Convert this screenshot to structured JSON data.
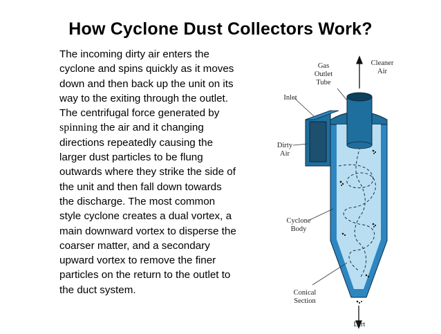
{
  "slide": {
    "title": "How Cyclone Dust Collectors Work?",
    "text_part1": "The incoming dirty air enters the cyclone and spins quickly as it moves down and then back up the unit on its way to the exiting through the outlet.  The centrifugal force generated by ",
    "text_serif": "spinning",
    "text_part2": " the air and it changing directions repeatedly causing the larger dust particles to be flung outwards where they strike the side of the unit and then fall down towards the discharge. The most common style cyclone creates a dual vortex, a main downward vortex to disperse the coarser matter, and a secondary upward vortex to remove the finer particles on the return to the outlet to the duct system."
  },
  "diagram": {
    "labels": {
      "gas_outlet_tube": [
        "Gas",
        "Outlet",
        "Tube"
      ],
      "cleaner_air": [
        "Cleaner",
        "Air"
      ],
      "inlet": "Inlet",
      "dirty_air": [
        "Dirty",
        "Air"
      ],
      "cyclone_body": [
        "Cyclone",
        "Body"
      ],
      "conical_section": [
        "Conical",
        "Section"
      ],
      "dirt": "Dirt"
    },
    "colors": {
      "body_dark": "#1f6f9e",
      "body_mid": "#2e86c1",
      "interior": "#b9def2",
      "inlet_dark": "#1d4f6e",
      "outline": "#0b2a3d"
    }
  }
}
